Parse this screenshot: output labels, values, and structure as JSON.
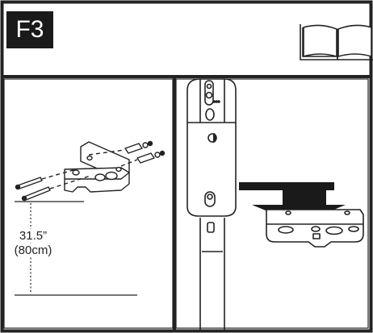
{
  "step": {
    "label": "F3"
  },
  "manual_icon": "open-book-icon",
  "mount_height": {
    "imperial": "31.5”",
    "metric": "(80cm)"
  }
}
